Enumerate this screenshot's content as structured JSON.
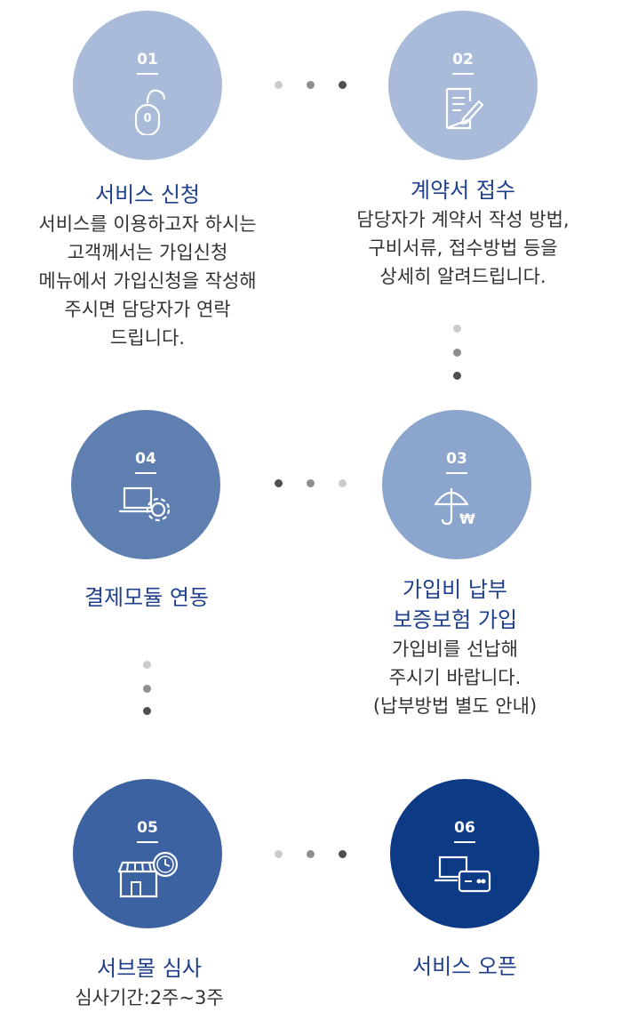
{
  "steps": [
    {
      "num": "01",
      "title": "서비스 신청",
      "desc": [
        "서비스를 이용하고자 하시는",
        "고객께서는 가입신청",
        "메뉴에서 가입신청을 작성해",
        "주시면 담당자가 연락",
        "드립니다."
      ],
      "color": "#a9bbd8",
      "icon": "mouse-icon"
    },
    {
      "num": "02",
      "title": "계약서 접수",
      "desc": [
        "담당자가 계약서 작성 방법,",
        "구비서류, 접수방법 등을",
        "상세히 알려드립니다."
      ],
      "color": "#a9bbd8",
      "icon": "document-edit-icon"
    },
    {
      "num": "03",
      "title": [
        "가입비 납부",
        "보증보험 가입"
      ],
      "desc": [
        "가입비를 선납해",
        "주시기 바랍니다.",
        "(납부방법 별도 안내)"
      ],
      "color": "#8ba5cd",
      "icon": "umbrella-won-icon"
    },
    {
      "num": "04",
      "title": "결제모듈 연동",
      "desc": [],
      "color": "#5f7fb1",
      "icon": "laptop-gear-icon"
    },
    {
      "num": "05",
      "title": "서브몰 심사",
      "desc": [
        "심사기간:2주~3주"
      ],
      "color": "#3d62a1",
      "icon": "store-clock-icon"
    },
    {
      "num": "06",
      "title": "서비스 오픈",
      "desc": [],
      "color": "#0c3a85",
      "icon": "laptop-card-icon"
    }
  ],
  "colors": {
    "title": "#1f3f8c",
    "text": "#333333",
    "dot_light": "#cccccc",
    "dot_mid": "#8e8e8e",
    "dot_dark": "#4f4f4f"
  }
}
